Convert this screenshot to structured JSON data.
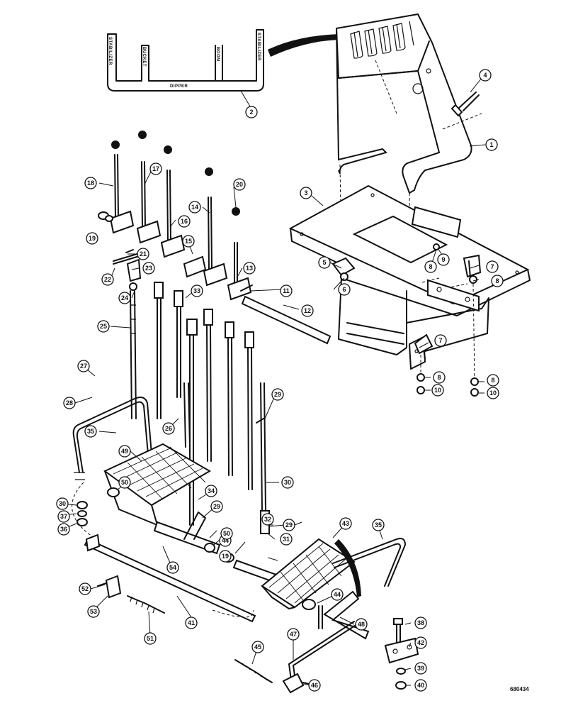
{
  "lever_plate": {
    "labels": [
      "STABILIZER",
      "BUCKET",
      "DIPPER",
      "BOOM",
      "STABILIZER"
    ]
  },
  "drawing_number": "680434",
  "callouts": [
    {
      "id": "c1",
      "label": "1"
    },
    {
      "id": "c2",
      "label": "2"
    },
    {
      "id": "c3",
      "label": "3"
    },
    {
      "id": "c4",
      "label": "4"
    },
    {
      "id": "c5",
      "label": "5"
    },
    {
      "id": "c6",
      "label": "6"
    },
    {
      "id": "c7a",
      "label": "7"
    },
    {
      "id": "c7b",
      "label": "7"
    },
    {
      "id": "c8a",
      "label": "8"
    },
    {
      "id": "c8b",
      "label": "8"
    },
    {
      "id": "c8c",
      "label": "8"
    },
    {
      "id": "c8d",
      "label": "8"
    },
    {
      "id": "c9",
      "label": "9"
    },
    {
      "id": "c10a",
      "label": "10"
    },
    {
      "id": "c10b",
      "label": "10"
    },
    {
      "id": "c11",
      "label": "11"
    },
    {
      "id": "c12",
      "label": "12"
    },
    {
      "id": "c13",
      "label": "13"
    },
    {
      "id": "c14",
      "label": "14"
    },
    {
      "id": "c15",
      "label": "15"
    },
    {
      "id": "c16",
      "label": "16"
    },
    {
      "id": "c17",
      "label": "17"
    },
    {
      "id": "c18",
      "label": "18"
    },
    {
      "id": "c19a",
      "label": "19"
    },
    {
      "id": "c19b",
      "label": "19"
    },
    {
      "id": "c20",
      "label": "20"
    },
    {
      "id": "c21",
      "label": "21"
    },
    {
      "id": "c22",
      "label": "22"
    },
    {
      "id": "c23",
      "label": "23"
    },
    {
      "id": "c24",
      "label": "24"
    },
    {
      "id": "c25",
      "label": "25"
    },
    {
      "id": "c26",
      "label": "26"
    },
    {
      "id": "c27",
      "label": "27"
    },
    {
      "id": "c28",
      "label": "28"
    },
    {
      "id": "c29a",
      "label": "29"
    },
    {
      "id": "c29b",
      "label": "29"
    },
    {
      "id": "c29c",
      "label": "29"
    },
    {
      "id": "c30a",
      "label": "30"
    },
    {
      "id": "c30b",
      "label": "30"
    },
    {
      "id": "c31",
      "label": "31"
    },
    {
      "id": "c32",
      "label": "32"
    },
    {
      "id": "c33",
      "label": "33"
    },
    {
      "id": "c34",
      "label": "34"
    },
    {
      "id": "c35a",
      "label": "35"
    },
    {
      "id": "c35b",
      "label": "35"
    },
    {
      "id": "c36",
      "label": "36"
    },
    {
      "id": "c37",
      "label": "37"
    },
    {
      "id": "c38",
      "label": "38"
    },
    {
      "id": "c39",
      "label": "39"
    },
    {
      "id": "c40",
      "label": "40"
    },
    {
      "id": "c41",
      "label": "41"
    },
    {
      "id": "c42",
      "label": "42"
    },
    {
      "id": "c43",
      "label": "43"
    },
    {
      "id": "c44a",
      "label": "44"
    },
    {
      "id": "c44b",
      "label": "44"
    },
    {
      "id": "c45",
      "label": "45"
    },
    {
      "id": "c46",
      "label": "46"
    },
    {
      "id": "c47",
      "label": "47"
    },
    {
      "id": "c48",
      "label": "48"
    },
    {
      "id": "c49",
      "label": "49"
    },
    {
      "id": "c50a",
      "label": "50"
    },
    {
      "id": "c50b",
      "label": "50"
    },
    {
      "id": "c51",
      "label": "51"
    },
    {
      "id": "c52",
      "label": "52"
    },
    {
      "id": "c53",
      "label": "53"
    },
    {
      "id": "c54",
      "label": "54"
    }
  ]
}
